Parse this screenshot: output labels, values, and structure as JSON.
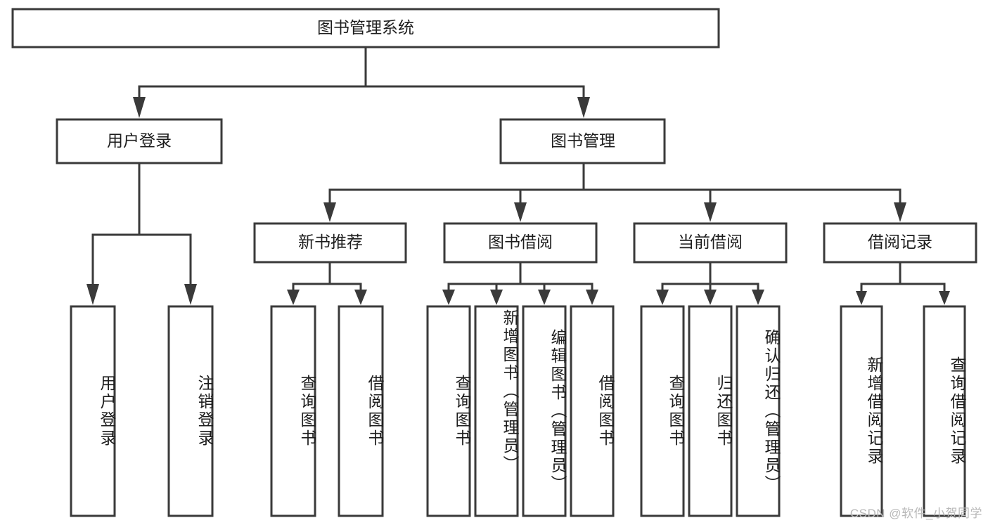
{
  "diagram": {
    "title": "图书管理系统",
    "type": "hierarchy-tree",
    "root": {
      "label": "图书管理系统"
    },
    "level2": [
      {
        "label": "用户登录"
      },
      {
        "label": "图书管理"
      }
    ],
    "level3": [
      {
        "label": "新书推荐"
      },
      {
        "label": "图书借阅"
      },
      {
        "label": "当前借阅"
      },
      {
        "label": "借阅记录"
      }
    ],
    "leaves": {
      "user_login": [
        {
          "label": "用户登录"
        },
        {
          "label": "注销登录"
        }
      ],
      "new_book_recommend": [
        {
          "label": "查询图书"
        },
        {
          "label": "借阅图书"
        }
      ],
      "book_borrow": [
        {
          "label": "查询图书"
        },
        {
          "label": "新增图书（管理员）"
        },
        {
          "label": "编辑图书（管理员）"
        },
        {
          "label": "借阅图书"
        }
      ],
      "current_borrow": [
        {
          "label": "查询图书"
        },
        {
          "label": "归还图书"
        },
        {
          "label": "确认归还（管理员）"
        }
      ],
      "borrow_record": [
        {
          "label": "新增借阅记录"
        },
        {
          "label": "查询借阅记录"
        }
      ]
    }
  },
  "watermark": {
    "text": "CSDN @软件_小贺同学"
  },
  "colors": {
    "stroke": "#3a3a3a",
    "fill": "#ffffff",
    "text": "#1d1d1d",
    "watermark": "#b8b8b8"
  }
}
